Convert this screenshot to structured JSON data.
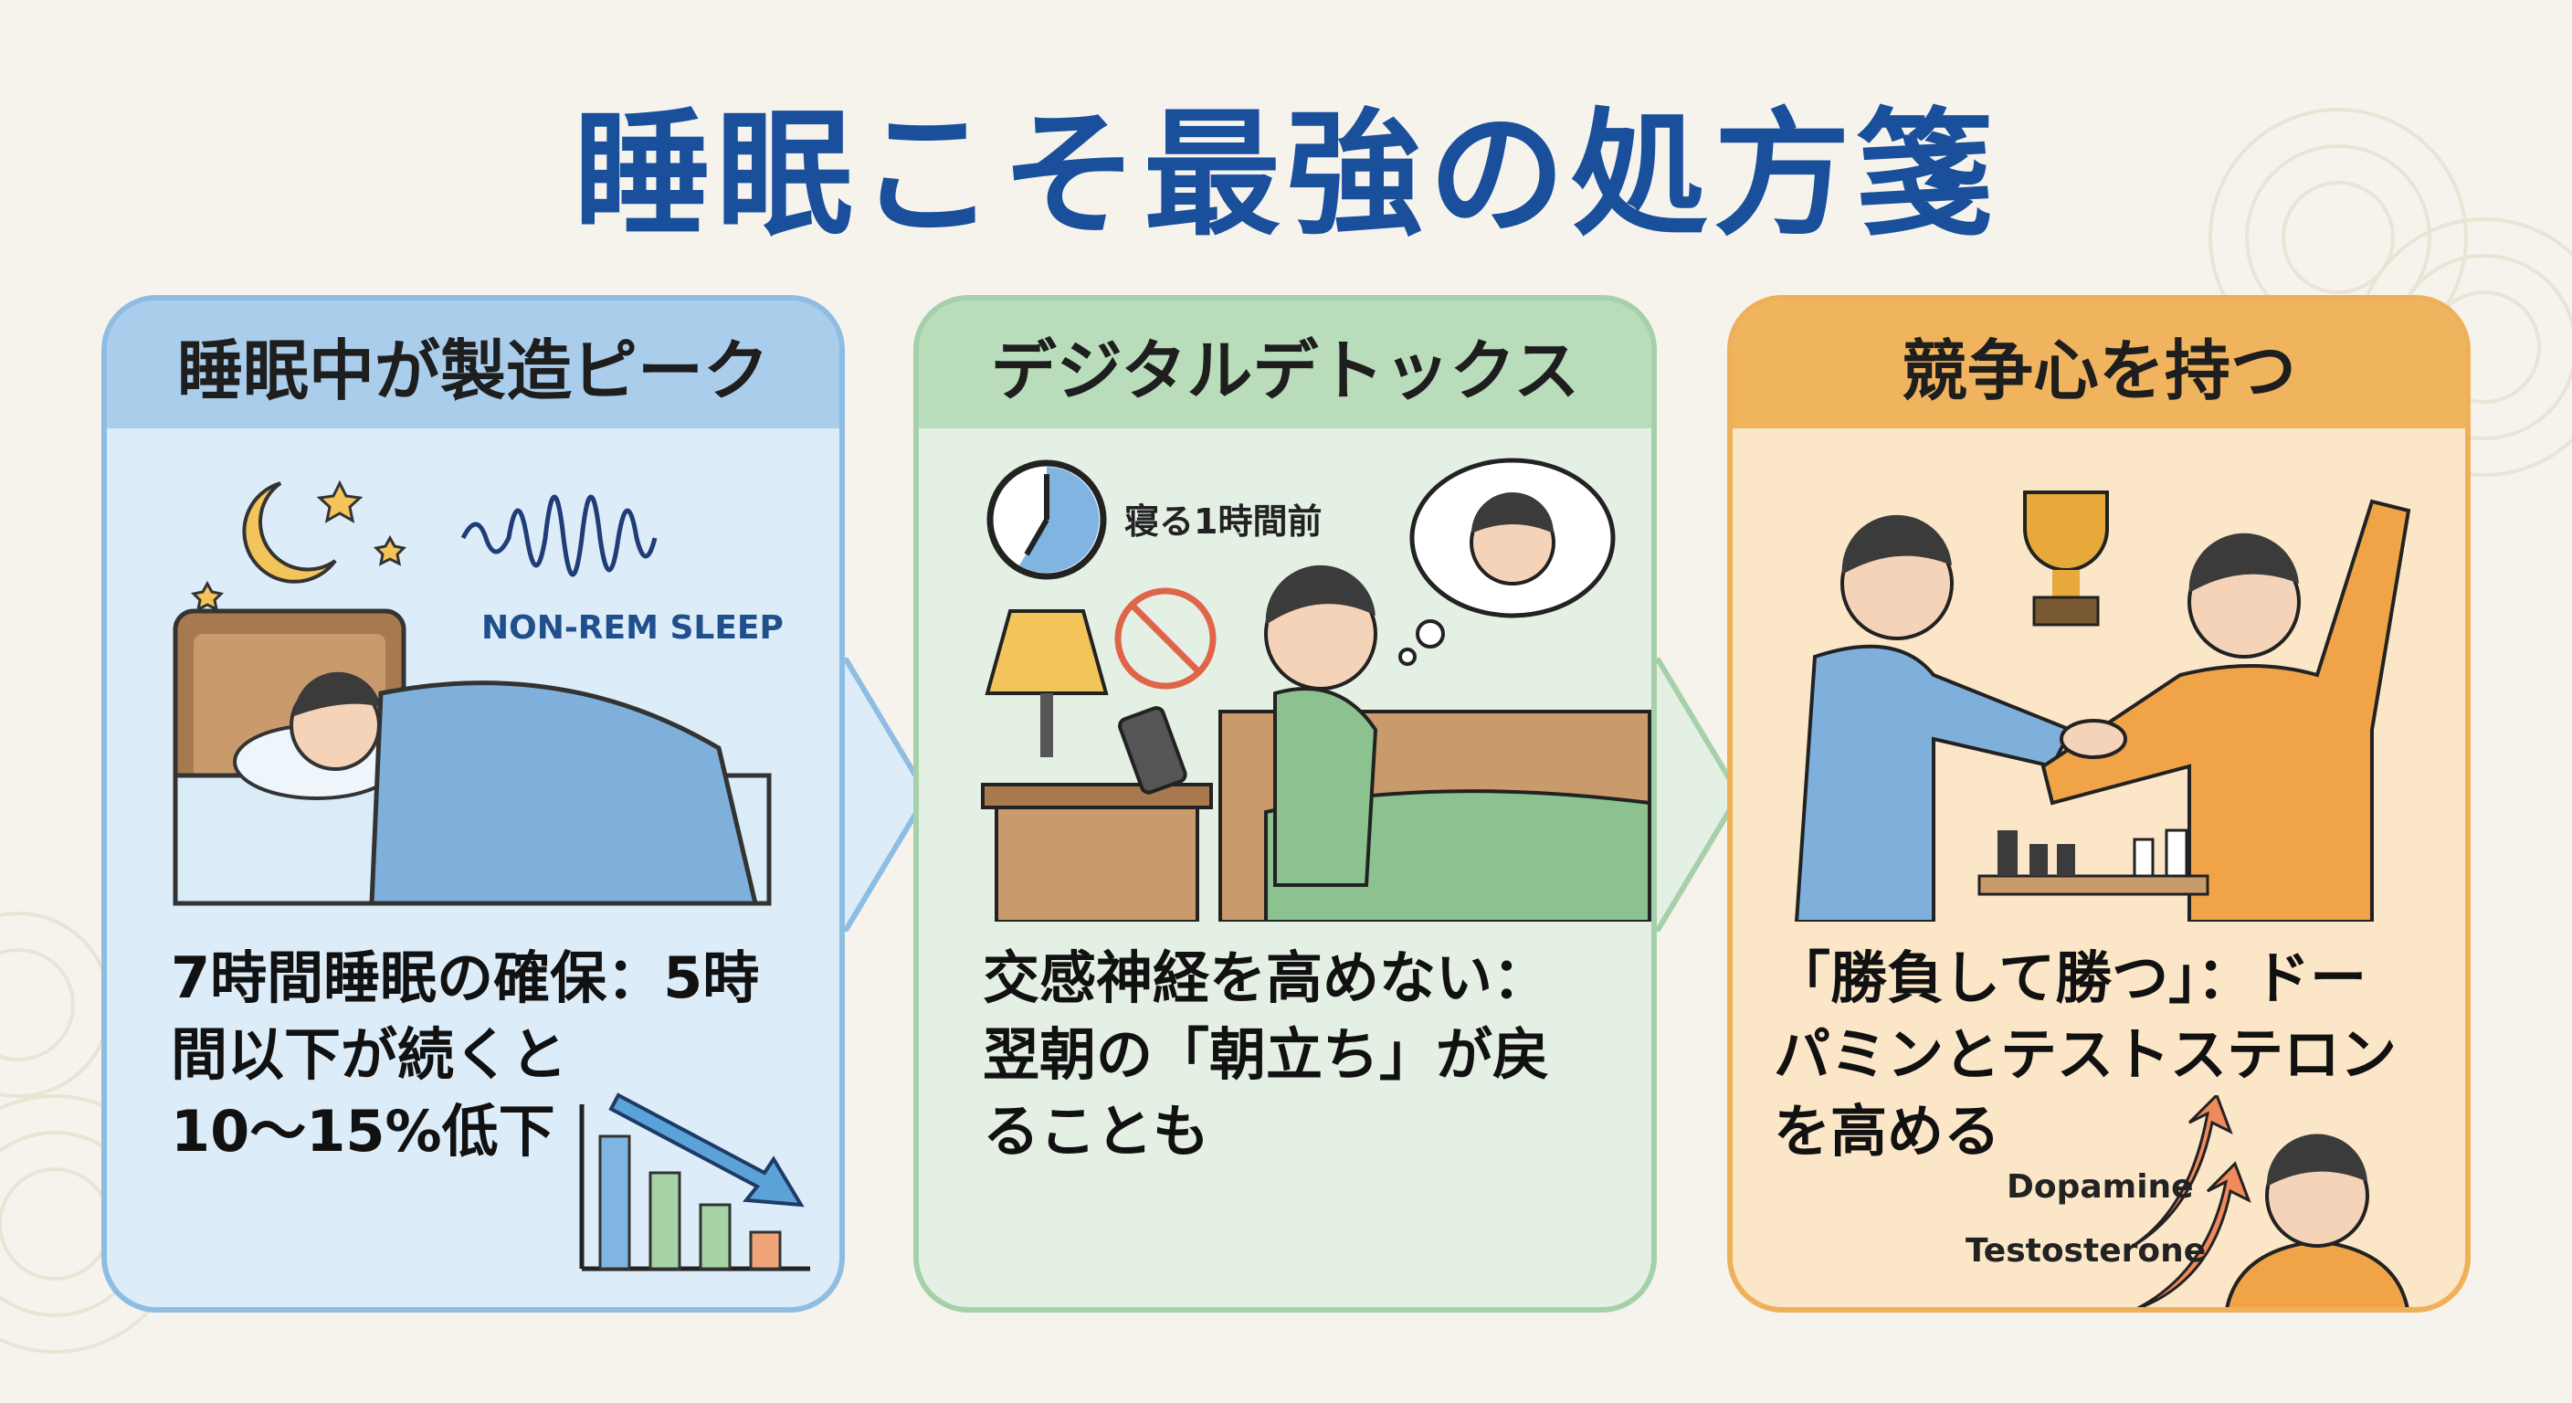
{
  "title": "睡眠こそ最強の処方箋",
  "cards": [
    {
      "header": "睡眠中が製造ピーク",
      "label": "NON-REM SLEEP",
      "lines": [
        "7時間睡眠の確保：5時",
        "間以下が続くと",
        "10〜15%低下"
      ],
      "colors": {
        "header": "#a9cdea",
        "body": "#dcecf8"
      },
      "icons": [
        "moon-icon",
        "sleeping-person-icon",
        "wave-icon",
        "declining-bar-chart-icon"
      ]
    },
    {
      "header": "デジタルデトックス",
      "label": "寝る1時間前",
      "lines": [
        "交感神経を高めない：",
        "翌朝の「朝立ち」が戻",
        "ることも"
      ],
      "colors": {
        "header": "#b9dcbb",
        "body": "#e4f0e3"
      },
      "icons": [
        "clock-icon",
        "no-wifi-icon",
        "lamp-icon",
        "person-with-phone-icon",
        "thought-bubble-icon"
      ]
    },
    {
      "header": "競争心を持つ",
      "lines": [
        "「勝負して勝つ」：ドー",
        "パミンとテストステロン",
        "を高める"
      ],
      "hormones": [
        "Dopamine",
        "Testosterone"
      ],
      "colors": {
        "header": "#f0b45e",
        "body": "#fbe6c8"
      },
      "icons": [
        "trophy-icon",
        "handshake-icon",
        "chess-icon",
        "smiling-person-icon",
        "up-arrow-icon"
      ]
    }
  ],
  "title_color": "#1a4f9c"
}
